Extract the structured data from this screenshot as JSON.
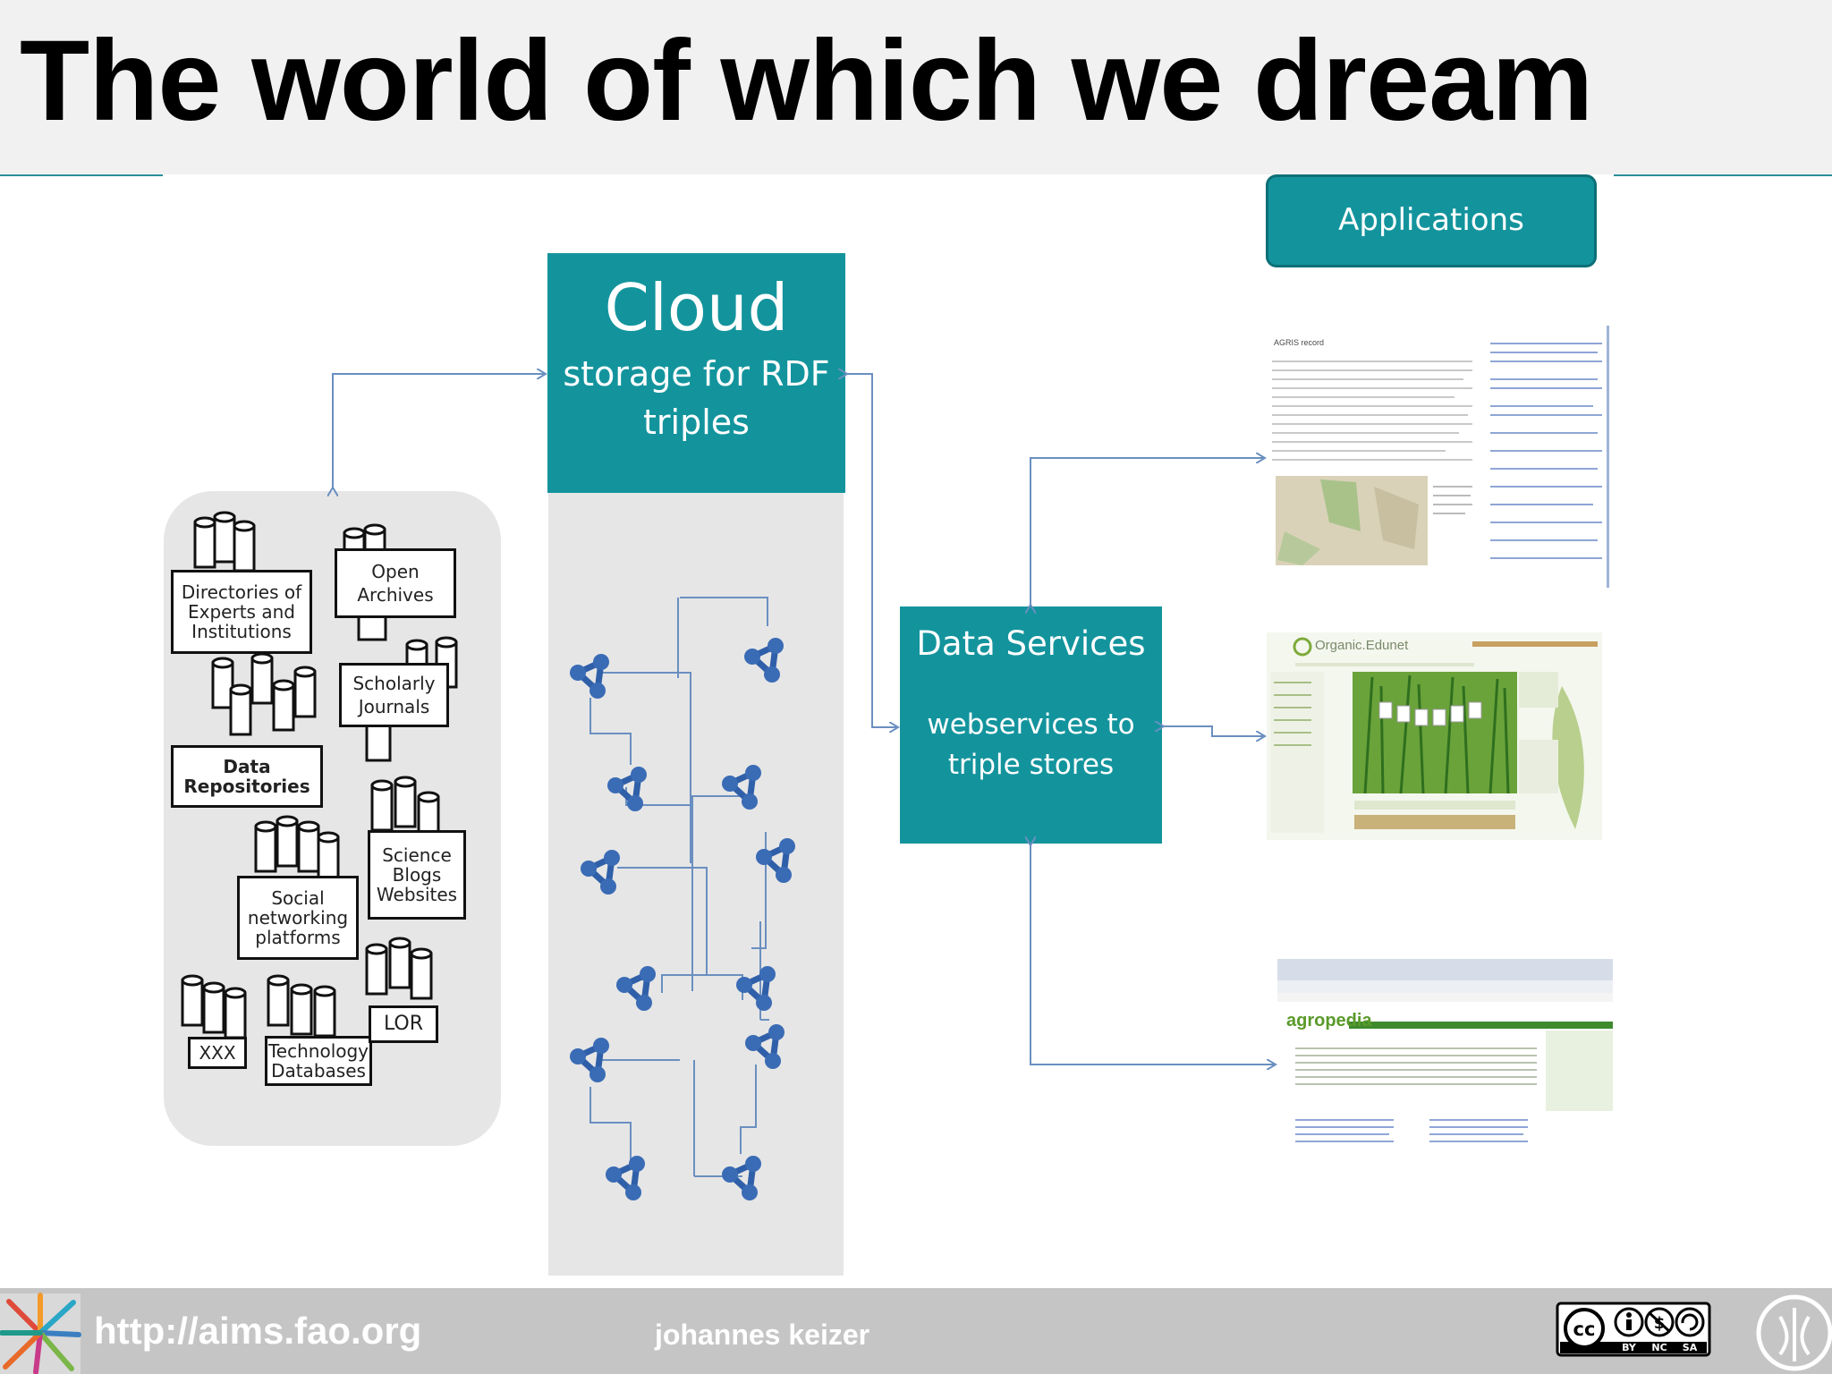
{
  "slide": {
    "title": "The world of which we dream"
  },
  "cloud": {
    "heading": "Cloud",
    "subtitle_line1": "storage for RDF",
    "subtitle_line2": "triples"
  },
  "applications": {
    "label": "Applications"
  },
  "data_services": {
    "heading": "Data Services",
    "subtitle_line1": "webservices to",
    "subtitle_line2": "triple stores"
  },
  "sources": {
    "directories": [
      "Directories of",
      "Experts and",
      "Institutions"
    ],
    "open_archives": [
      "Open",
      "Archives"
    ],
    "scholarly_journals": [
      "Scholarly",
      "Journals"
    ],
    "data_repositories": [
      "Data",
      "Repositories"
    ],
    "science_blogs": [
      "Science",
      "Blogs",
      "Websites"
    ],
    "social_networking": [
      "Social",
      "networking",
      "platforms"
    ],
    "xxx": "XXX",
    "technology_databases": [
      "Technology",
      "Databases"
    ],
    "lor": "LOR"
  },
  "screenshots": {
    "agris": "AGRIS record",
    "organic_edunet": "Organic.Edunet",
    "agropedia": "agropedia"
  },
  "footer": {
    "url": "http://aims.fao.org",
    "author": "johannes keizer",
    "license": [
      "BY",
      "NC",
      "SA"
    ]
  },
  "colors": {
    "teal": "#13949d",
    "panel_grey": "#e6e6e6",
    "footer_grey": "#c5c5c5",
    "arrow_blue": "#6a8fc0",
    "node_blue": "#2f5fa8"
  }
}
